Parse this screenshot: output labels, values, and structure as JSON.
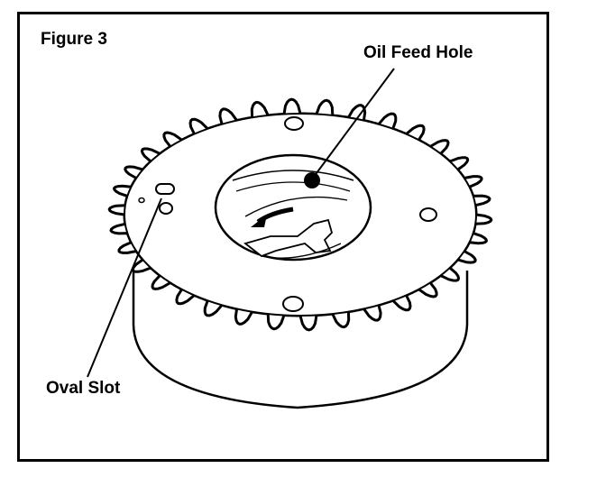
{
  "figure": {
    "title": "Figure 3",
    "labels": {
      "oil_feed_hole": "Oil Feed Hole",
      "oval_slot": "Oval Slot"
    }
  }
}
